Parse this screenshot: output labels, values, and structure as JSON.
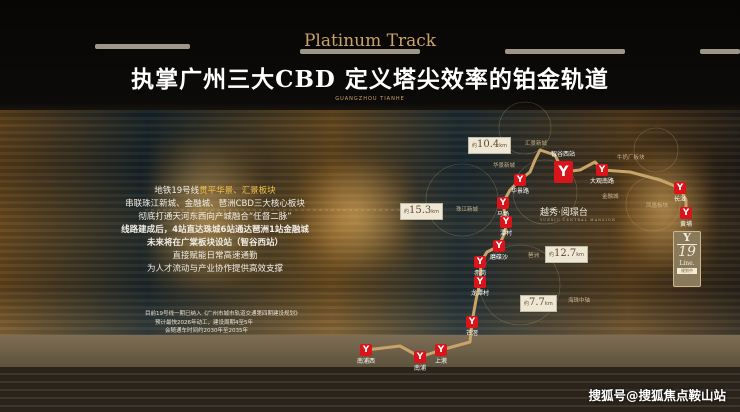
{
  "header": {
    "tagline_en": "Platinum Track",
    "title": "执掌广州三大CBD 定义塔尖效率的铂金轨道",
    "subtitle": "GUANGZHOU TIANHE"
  },
  "description": {
    "lines": [
      {
        "pre": "地铁19号线",
        "hl": "贯平华景、汇景板块",
        "post": ""
      },
      {
        "pre": "串联珠江新城、金融城、琶洲CBD三大核心板块",
        "hl": "",
        "post": ""
      },
      {
        "pre": "彻底打通天河东西向产城融合“任督二脉”",
        "hl": "",
        "post": ""
      },
      {
        "pre": "线路建成后，4站直达珠城6站通达琶洲1站金融城",
        "hl": "",
        "post": "",
        "bold": true
      },
      {
        "pre": "未来将在广棠板块设站（智谷西站）",
        "hl": "",
        "post": "",
        "bold": true
      },
      {
        "pre": "直接赋能日常高速通勤",
        "hl": "",
        "post": ""
      },
      {
        "pre": "为人才流动与产业协作提供高效支撑",
        "hl": "",
        "post": ""
      }
    ]
  },
  "note": {
    "lines": [
      "目前19号线一期已纳入《广州市城市轨道交通第四期建设规划》",
      "预计最快2026年动工，建设周期4至5年",
      "会随通车时间约2030年至2035年"
    ]
  },
  "map": {
    "stations": [
      "南浦西",
      "南浦",
      "上漖",
      "芒滘",
      "龙潭村",
      "赤岗",
      "磨碟沙",
      "潭村",
      "马场",
      "华景路",
      "智谷西站",
      "大观南路",
      "长湴",
      "黄埔"
    ],
    "areas": [
      "汇景新城",
      "华景新城",
      "珠江新城",
      "琶洲",
      "海珠中轴",
      "金融城",
      "牛奶厂板块",
      "凤凰板块"
    ],
    "distances": [
      {
        "prefix": "约",
        "value": "10.4",
        "unit": "km",
        "to": "汇景新城"
      },
      {
        "prefix": "约",
        "value": "15.3",
        "unit": "km",
        "to": "珠江新城"
      },
      {
        "prefix": "约",
        "value": "12.7",
        "unit": "km",
        "to": "琶洲"
      },
      {
        "prefix": "约",
        "value": "7.7",
        "unit": "km",
        "to": "海珠中轴"
      }
    ],
    "project": {
      "name": "越秀·阅璟台",
      "name_en": "YUEXIU CENTRAL MANSION"
    },
    "line_badge": {
      "symbol": "Y",
      "number": "19",
      "label": "Line.",
      "status": "规划中"
    },
    "station_icon": "metro-y-icon",
    "colors": {
      "station": "#d9141b",
      "track": "#c9a46a"
    }
  },
  "watermark": "搜狐号@搜狐焦点鞍山站"
}
